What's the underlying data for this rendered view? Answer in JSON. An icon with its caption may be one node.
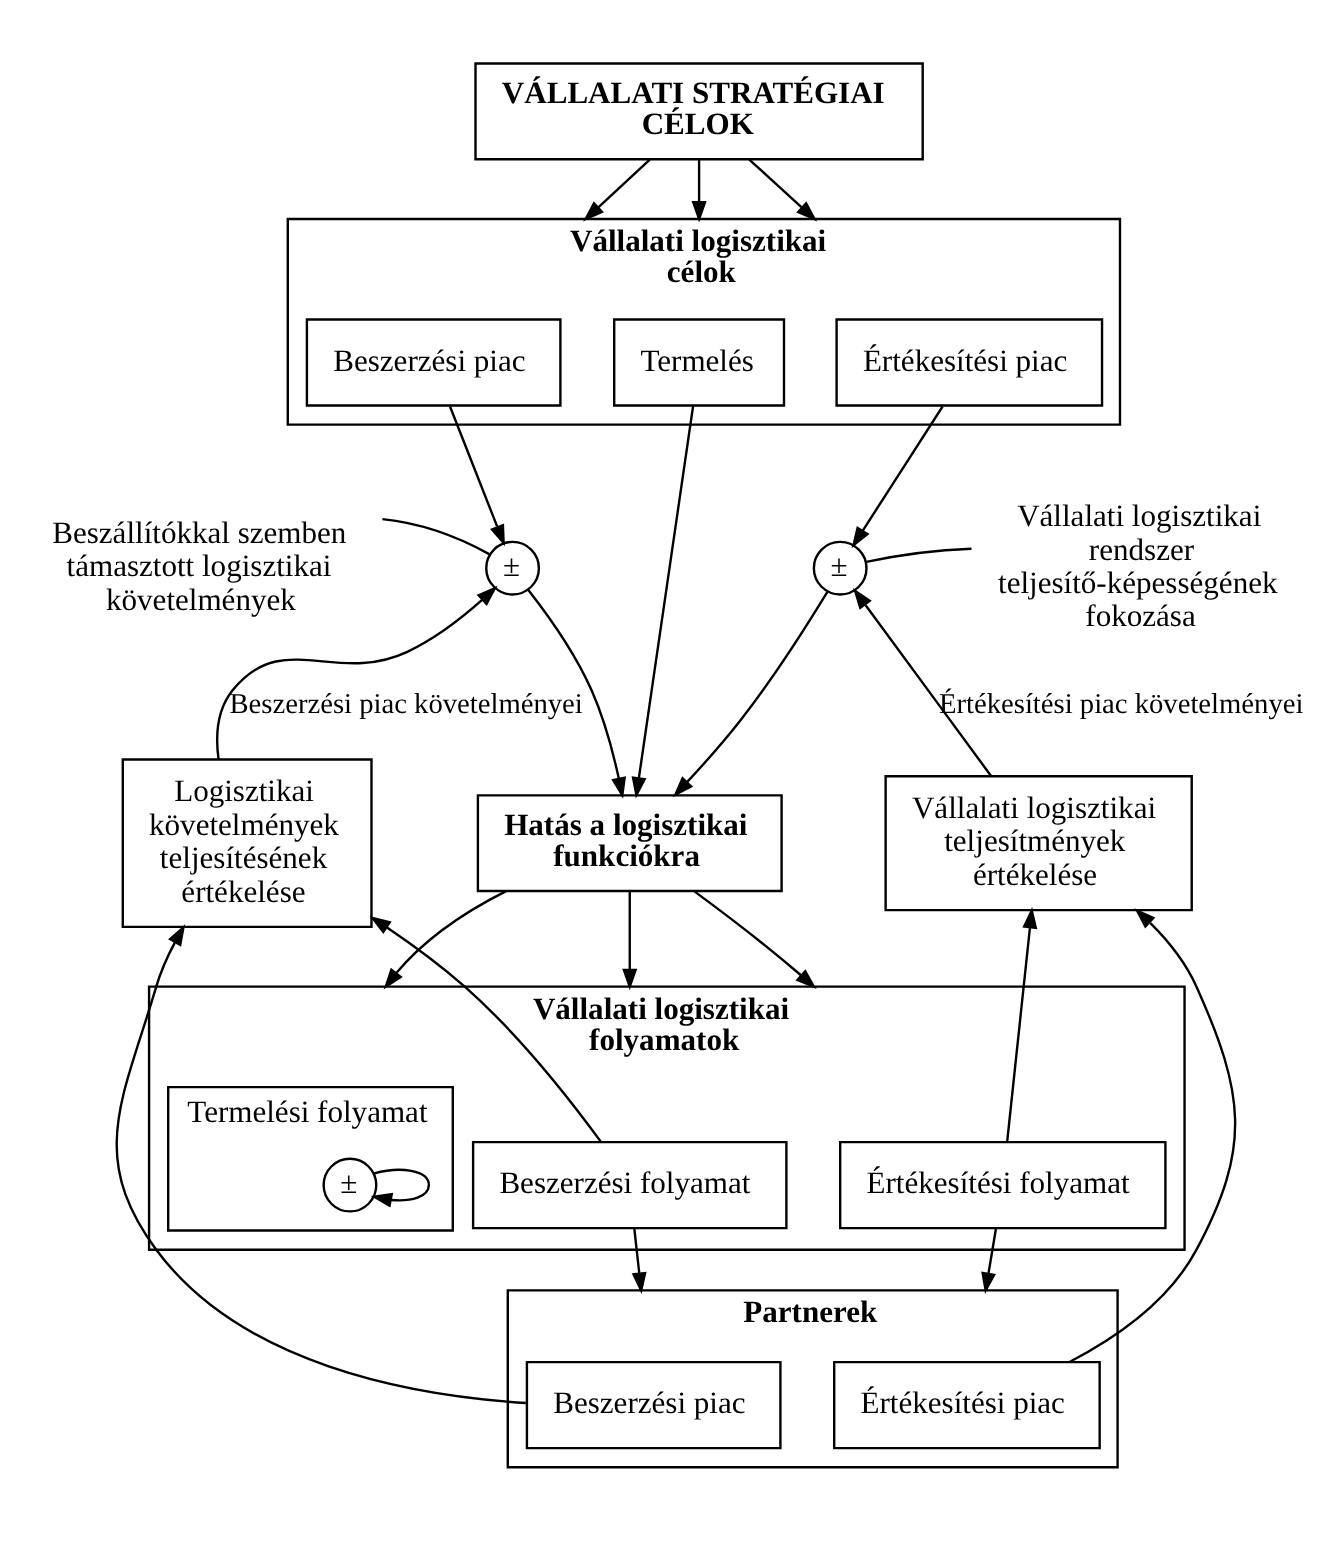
{
  "diagram": {
    "nodes": [
      {
        "text": [
          "VÁLLALATI STRATÉGIAI CÉLOK"
        ]
      },
      {
        "text": [
          "Vállalati logisztikai célok"
        ]
      },
      {
        "text": [
          "Beszerzési piac"
        ],
        "in": 1
      },
      {
        "text": [
          "Termelés"
        ],
        "in": 1
      },
      {
        "text": [
          "Értékesítési piac"
        ],
        "in": 1
      },
      {
        "text": [
          "Beszállítókkal szemben támasztott logisztikai követelmények"
        ]
      },
      {
        "text": [
          "Vállalati logisztikai rendszer teljesítő-képességének fokozása"
        ]
      },
      {
        "text": [
          "±"
        ]
      },
      {
        "text": [
          "±"
        ]
      },
      {
        "text": [
          "Hatás a logisztikai funkciókra"
        ]
      },
      {
        "text": [
          "Logisztikai követelmények teljesítésének értékelése"
        ]
      },
      {
        "text": [
          "Vállalati logisztikai teljesítmények értékelése"
        ]
      },
      {
        "text": [
          "Vállalati logisztikai folyamatok"
        ]
      },
      {
        "text": [
          "Beszerzési folyamat"
        ],
        "in": 12
      },
      {
        "text": [
          "Termelési folyamat"
        ],
        "in": 12
      },
      {
        "text": [
          "±"
        ],
        "in": 14
      },
      {
        "text": [
          "Értékesítési folyamat"
        ],
        "in": 12
      },
      {
        "text": [
          "Partnerek"
        ]
      },
      {
        "text": [
          "Beszerzési piac"
        ],
        "in": 17
      },
      {
        "text": [
          "Értékesítési piac"
        ],
        "in": 17
      }
    ],
    "edges": [
      {
        "from": 0,
        "to": 1,
        "arrow": "to"
      },
      {
        "from": 0,
        "to": 1,
        "arrow": "to"
      },
      {
        "from": 0,
        "to": 1,
        "arrow": "to"
      },
      {
        "from": 5,
        "to": 7,
        "arrow": "none"
      },
      {
        "from": 6,
        "to": 8,
        "arrow": "none"
      },
      {
        "from": 2,
        "to": 7,
        "arrow": "to"
      },
      {
        "from": 4,
        "to": 8,
        "arrow": "to"
      },
      {
        "from": 10,
        "to": 7,
        "label": "Beszerzési piac követelményei",
        "arrow": "to"
      },
      {
        "from": 11,
        "to": 8,
        "label": "Értékesítési piac követelményei",
        "arrow": "to"
      },
      {
        "from": 7,
        "to": 9,
        "arrow": "to"
      },
      {
        "from": 3,
        "to": 9,
        "arrow": "to"
      },
      {
        "from": 8,
        "to": 9,
        "arrow": "to"
      },
      {
        "from": 9,
        "to": 12,
        "arrow": "to"
      },
      {
        "from": 9,
        "to": 12,
        "arrow": "to"
      },
      {
        "from": 9,
        "to": 12,
        "arrow": "to"
      },
      {
        "from": 15,
        "to": 15,
        "arrow": "to"
      },
      {
        "from": 13,
        "to": 17,
        "arrow": "to"
      },
      {
        "from": 13,
        "to": 10,
        "arrow": "to"
      },
      {
        "from": 16,
        "to": 17,
        "arrow": "to"
      },
      {
        "from": 16,
        "to": 11,
        "arrow": "to"
      },
      {
        "from": 18,
        "to": 10,
        "arrow": "to"
      },
      {
        "from": 19,
        "to": 11,
        "arrow": "to"
      }
    ]
  }
}
